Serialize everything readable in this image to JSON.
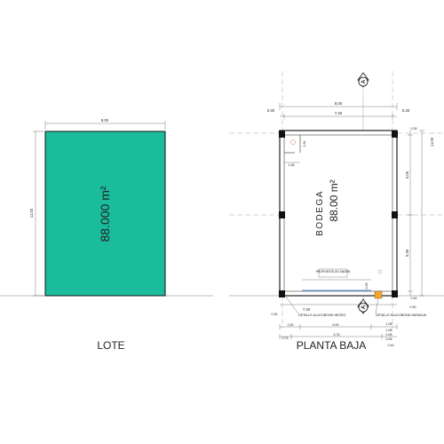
{
  "lote": {
    "caption": "LOTE",
    "area_label": "88.000 m²",
    "width_dim": "8.00",
    "depth_dim": "11.00",
    "fill_color": "#1abc9c"
  },
  "planta_baja": {
    "caption": "PLANTA BAJA",
    "room_name": "BODEGA",
    "room_area": "88.00 m²",
    "section_marker": "A",
    "dims": {
      "top_total": "8.00",
      "top_left": "0.30",
      "top_mid": "7.40",
      "top_right": "0.30",
      "bottom_mid": "7.40",
      "bottom_left": "0.30",
      "bottom_right": "0.30",
      "right_top": "0.30",
      "right_total": "11.00",
      "right_a": "5.05",
      "right_b": "5.35",
      "right_c": "0.30",
      "inner_v": "1.84",
      "inner_h": "1.36",
      "anden_v": "0.35",
      "bottom_a": "1.50",
      "bottom_b": "5.00",
      "bottom_c": "1.08",
      "bottom_d": "0.75",
      "bottom_e": "5.75",
      "bottom_f": "1.08",
      "bottom_g": "0.44",
      "bottom_h": "0.06",
      "bottom_i": "0.06"
    },
    "notes": {
      "anden": "PROPUESTA DE ANDEN",
      "alucobond_negro": "DETALLE ALUCOBOND NEGRO",
      "alucobond_naranja": "DETALLE ALUCOBOND NARANJA"
    },
    "accent_blue": "#1e6fd9",
    "accent_orange": "#f5a623"
  }
}
